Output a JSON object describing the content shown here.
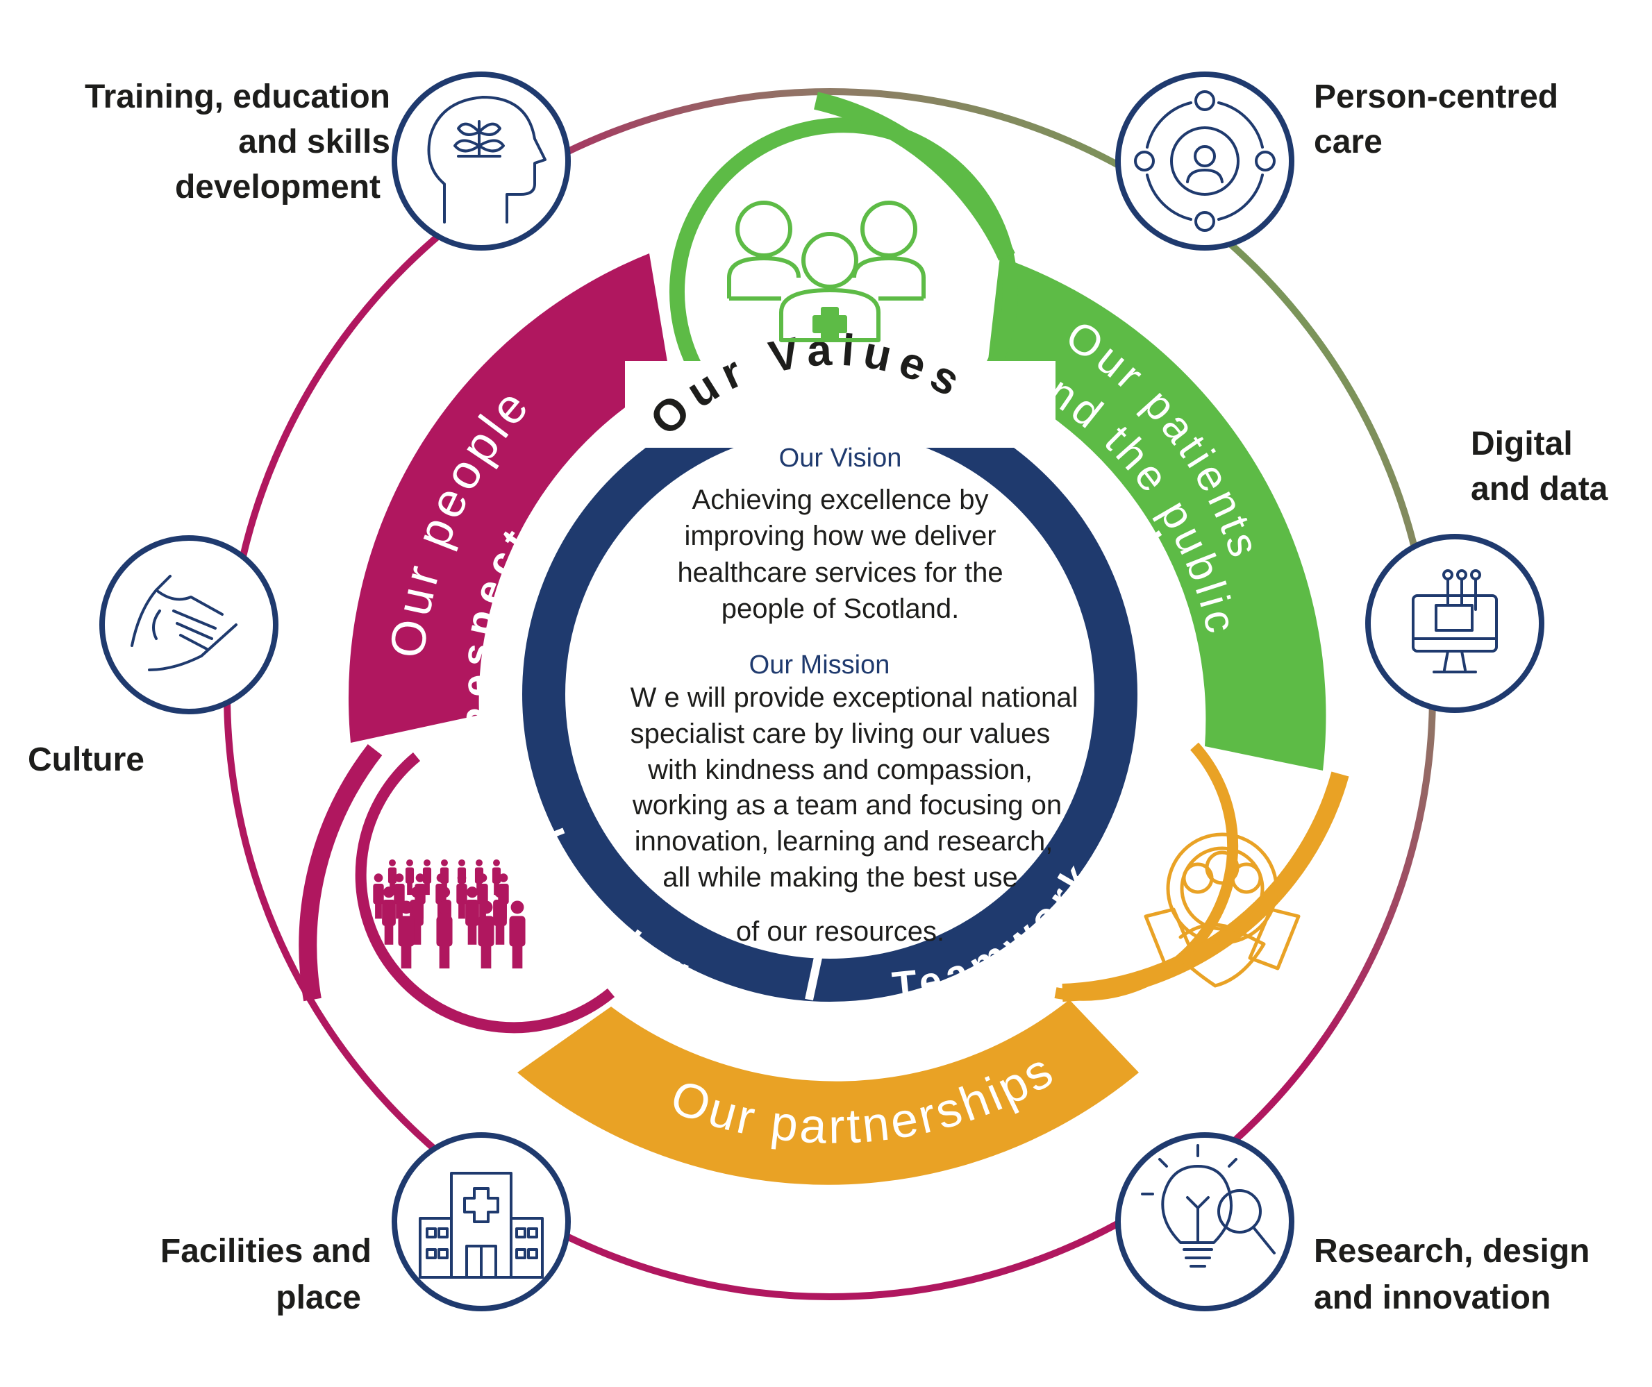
{
  "colors": {
    "people": "#b0175f",
    "patients": "#5dbb46",
    "partnerships": "#e9a225",
    "values": "#1f3a6e",
    "icon_stroke": "#1f3a6e"
  },
  "center": {
    "values_title": "Our Values",
    "vision_heading": "Our Vision",
    "vision_lines": [
      "Achieving excellence by",
      "improving how we deliver",
      "healthcare services for the",
      "people of Scotland."
    ],
    "mission_heading": "Our Mission",
    "mission_lines": [
      "W e will provide exceptional national",
      "specialist care by living our values",
      "with kindness and compassion,",
      "working as a team and focusing on",
      "innovation, learning and research,",
      "all while making the best use",
      "of our resources."
    ]
  },
  "values": {
    "respect": "Respect",
    "kindness": "Kindness",
    "learning": "Learning",
    "teamwork": "Teamwork"
  },
  "segments": {
    "people": "Our people",
    "patients_line1": "Our patients",
    "patients_line2": "and the public",
    "partnerships": "Our partnerships"
  },
  "outer_items": {
    "training": [
      "Training, education",
      "and skills",
      "development"
    ],
    "person_centred": [
      "Person-centred",
      "care"
    ],
    "digital": [
      "Digital",
      "and data"
    ],
    "culture": [
      "Culture"
    ],
    "facilities": [
      "Facilities and",
      "place"
    ],
    "research": [
      "Research, design",
      "and innovation"
    ]
  },
  "icons": {
    "training": "head-with-plant-icon",
    "person_centred": "person-centred-cycle-icon",
    "digital": "computer-monitor-icon",
    "culture": "helping-hands-icon",
    "facilities": "hospital-building-icon",
    "research": "lightbulb-magnifier-icon",
    "patients": "healthcare-team-icon",
    "people": "crowd-of-people-icon",
    "partnerships": "handshake-gear-icon"
  }
}
